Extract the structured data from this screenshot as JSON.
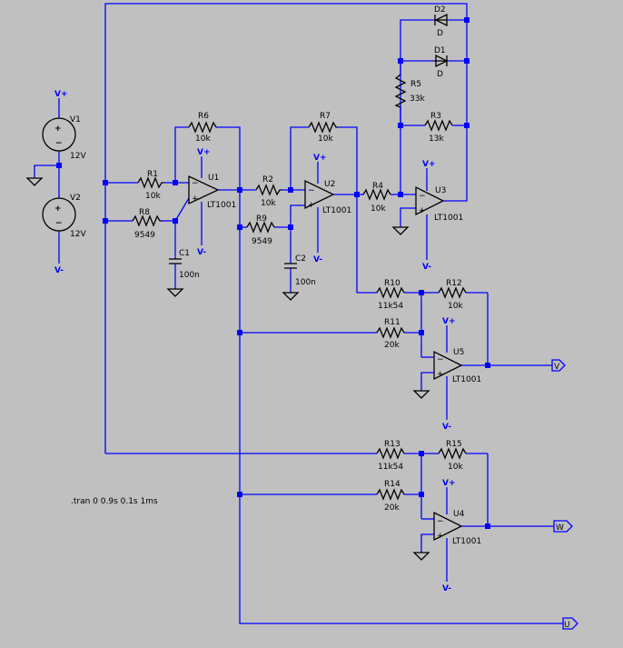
{
  "sources": [
    {
      "name": "V1",
      "value": "12V"
    },
    {
      "name": "V2",
      "value": "12V"
    }
  ],
  "rails": {
    "pos": "V+",
    "neg": "V-"
  },
  "resistors": {
    "R1": "10k",
    "R2": "10k",
    "R3": "13k",
    "R4": "10k",
    "R5": "33k",
    "R6": "10k",
    "R7": "10k",
    "R8": "9549",
    "R9": "9549",
    "R10": "11k54",
    "R11": "20k",
    "R12": "10k",
    "R13": "11k54",
    "R14": "20k",
    "R15": "10k"
  },
  "capacitors": {
    "C1": "100n",
    "C2": "100n"
  },
  "diodes": [
    {
      "name": "D2",
      "model": "D"
    },
    {
      "name": "D1",
      "model": "D"
    }
  ],
  "opamps": [
    {
      "name": "U1",
      "model": "LT1001"
    },
    {
      "name": "U2",
      "model": "LT1001"
    },
    {
      "name": "U3",
      "model": "LT1001"
    },
    {
      "name": "U5",
      "model": "LT1001"
    },
    {
      "name": "U4",
      "model": "LT1001"
    }
  ],
  "outputs": [
    "V",
    "W",
    "U"
  ],
  "directive": ".tran 0 0.9s 0.1s 1ms"
}
